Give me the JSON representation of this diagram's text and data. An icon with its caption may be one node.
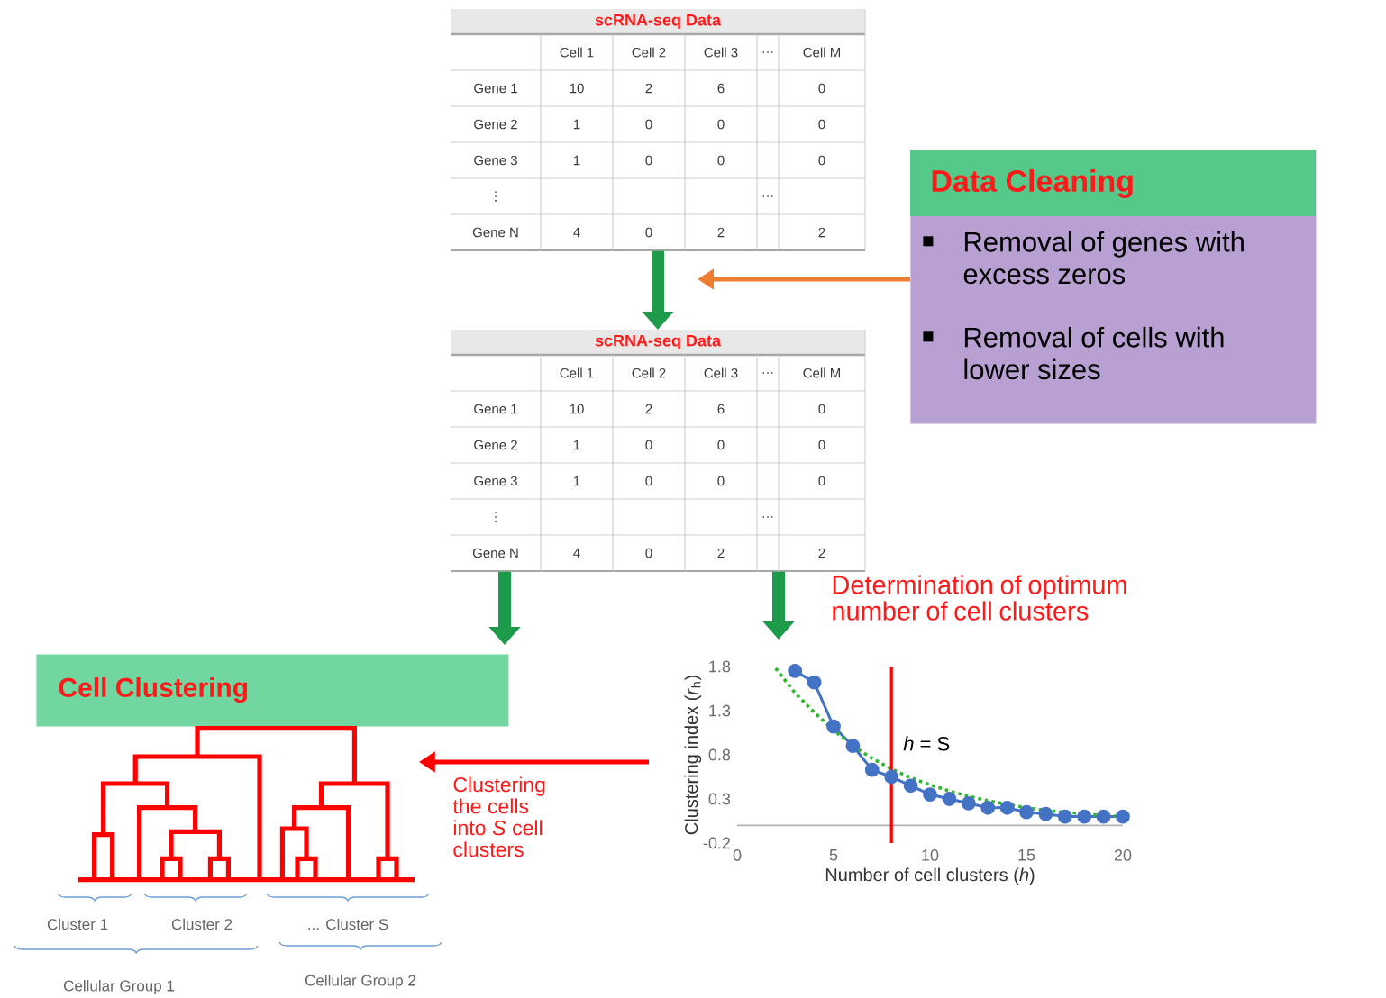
{
  "diagram": {
    "nodes": [
      {
        "text": [
          "scRNA-seq Data"
        ]
      },
      {
        "text": [
          "Data Cleaning",
          "Removal of genes with excess zeros",
          "Removal of cells with lower sizes"
        ]
      },
      {
        "text": [
          "scRNA-seq Data"
        ]
      },
      {
        "text": [
          "Cell Clustering"
        ]
      },
      {
        "text": [],
        "shape": "picture"
      },
      {
        "text": [],
        "shape": "picture"
      }
    ],
    "edges": [
      {
        "from": 0,
        "to": 2,
        "arrow": "to"
      },
      {
        "from": 1,
        "to": null,
        "arrow": "to",
        "color": "#ed7d31"
      },
      {
        "from": 2,
        "to": 3,
        "arrow": "to"
      },
      {
        "from": 2,
        "to": 5,
        "arrow": "to",
        "label": "Determination of optimum number of cell clusters"
      },
      {
        "from": 5,
        "to": 4,
        "arrow": "to",
        "color": "#ff0000",
        "label": "Clustering the cells into *S* cell clusters"
      }
    ],
    "labels": [
      "Cell 1",
      "Cell 2",
      "Cell 3",
      "…",
      "Cell M",
      "Gene 1",
      "10",
      "2",
      "6",
      "0",
      "Gene 2",
      "1",
      "0",
      "0",
      "0",
      "Gene 3",
      "1",
      "0",
      "0",
      "0",
      "⋮",
      "…",
      "Gene N",
      "4",
      "0",
      "2",
      "2",
      "Cell 1",
      "Cell 2",
      "Cell 3",
      "…",
      "Cell M",
      "Gene 1",
      "10",
      "2",
      "6",
      "0",
      "Gene 2",
      "1",
      "0",
      "0",
      "0",
      "Gene 3",
      "1",
      "0",
      "0",
      "0",
      "⋮",
      "…",
      "Gene N",
      "4",
      "0",
      "2",
      "2",
      "Cluster 1",
      "Cluster 2",
      "... Cluster S",
      "Cellular Group 1",
      "Cellular Group 2"
    ],
    "chart_data": {
      "type": "line",
      "xlabel": "Number of cell clusters (*h*)",
      "ylabel": "Clustering index (*r*$_{h}$)",
      "x": [
        2,
        3,
        4,
        5,
        6,
        7,
        8,
        9,
        10,
        11,
        12,
        13,
        14,
        15,
        16,
        17,
        18,
        19,
        20
      ],
      "series": [
        {
          "color": "#4472c4",
          "marker": "circle",
          "values": [
            null,
            1.75,
            1.62,
            1.12,
            0.9,
            0.63,
            0.55,
            0.45,
            0.35,
            0.3,
            0.25,
            0.2,
            0.2,
            0.15,
            0.13,
            0.1,
            0.1,
            0.1,
            0.1
          ]
        },
        {
          "color": "#2eb82e",
          "line_style": "dotted",
          "values": [
            1.78,
            1.5,
            1.28,
            1.08,
            0.9,
            0.76,
            0.64,
            0.54,
            0.46,
            0.39,
            0.33,
            0.28,
            0.24,
            0.2,
            0.17,
            0.15,
            0.13,
            0.11,
            0.1
          ]
        }
      ],
      "xlim": [
        0,
        20
      ],
      "ylim": [
        -0.2,
        1.8
      ],
      "xticks": [
        0,
        5,
        10,
        15,
        20
      ],
      "yticks": [
        -0.2,
        0.3,
        0.8,
        1.3,
        1.8
      ],
      "ref_lines": [
        {
          "axis": "x",
          "value": 8,
          "color": "#ff0000",
          "label": "*h* = S"
        }
      ]
    }
  }
}
